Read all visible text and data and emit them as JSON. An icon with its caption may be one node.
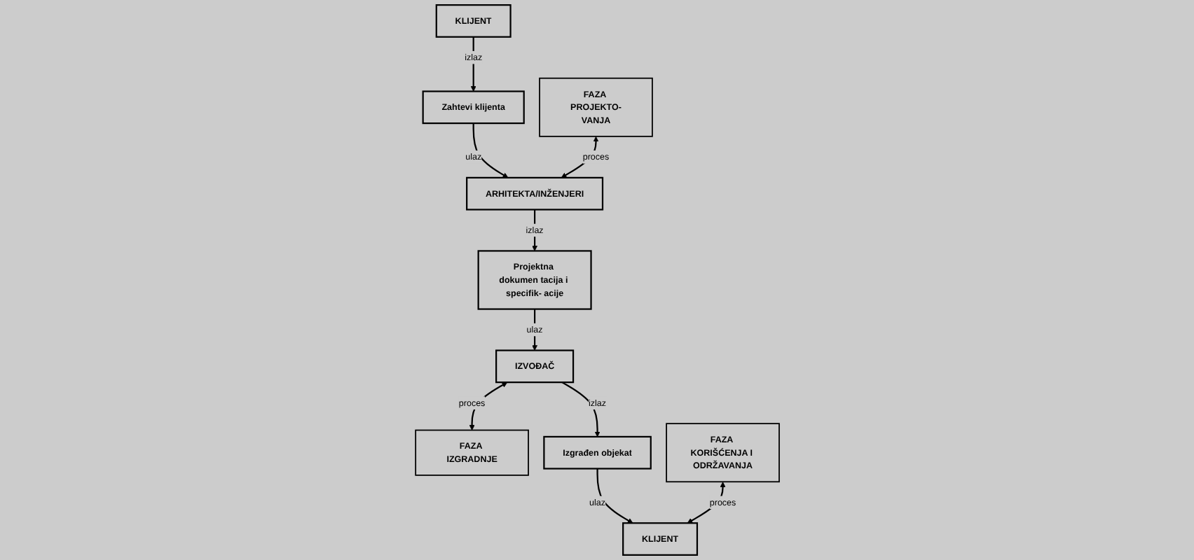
{
  "diagram": {
    "nodes": [
      {
        "text": [
          "KLIJENT"
        ]
      },
      {
        "text": [
          "IZVOĐAČ"
        ]
      },
      {
        "text": [
          "Zahtevi klijenta"
        ]
      },
      {
        "text": [
          "FAZA PROJEKTO-VANJA"
        ]
      },
      {
        "text": [
          "Projektna dokumen tacija i specifik- acije"
        ]
      },
      {
        "text": [
          "FAZA IZGRADNJE"
        ]
      },
      {
        "text": [
          "Izgrađen objekat"
        ]
      },
      {
        "text": [
          "FAZA KORIŠĆENJA I ODRŽAVANJA"
        ]
      },
      {
        "text": [
          "ARHITEKTA/INŽENJERI"
        ]
      },
      {
        "text": [
          "KLIJENT"
        ]
      }
    ],
    "edges": [
      {
        "from": 0,
        "to": 2,
        "arrow": "to",
        "label": "izlaz"
      },
      {
        "from": 4,
        "to": 1,
        "arrow": "to",
        "label": "ulaz"
      },
      {
        "from": 1,
        "to": 5,
        "arrow": "both",
        "label": "proces"
      },
      {
        "from": 1,
        "to": 6,
        "arrow": "to",
        "label": "izlaz"
      },
      {
        "from": 2,
        "to": 8,
        "arrow": "to",
        "label": "ulaz"
      },
      {
        "from": 3,
        "to": 8,
        "arrow": "both",
        "label": "proces"
      },
      {
        "from": 8,
        "to": 4,
        "arrow": "to",
        "label": "izlaz"
      },
      {
        "from": 6,
        "to": 9,
        "arrow": "to",
        "label": "ulaz"
      },
      {
        "from": 7,
        "to": 9,
        "arrow": "both",
        "label": "proces"
      }
    ]
  }
}
